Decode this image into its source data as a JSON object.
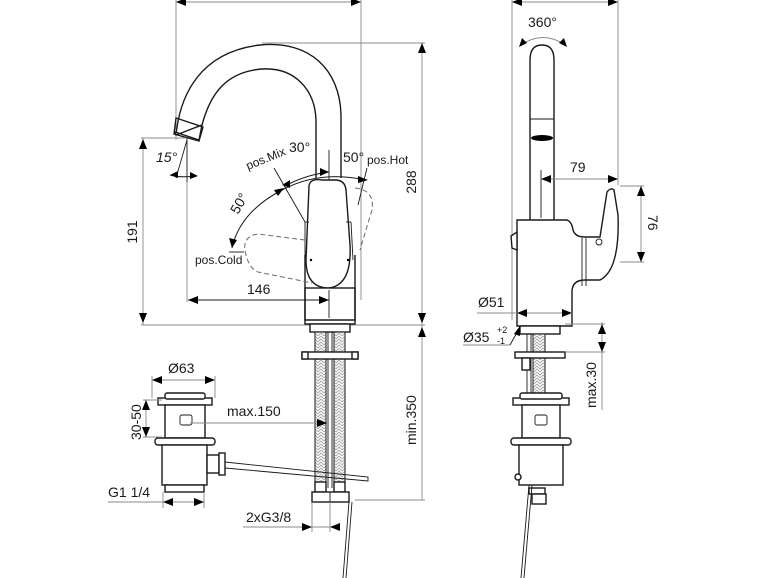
{
  "drawing": {
    "type": "technical-drawing",
    "subject": "single-lever basin mixer with high swivel spout",
    "front_view": {
      "angles": {
        "spout_tilt": "15°",
        "mix_position": "30°",
        "cold_swing": "50°",
        "hot_swing": "50°"
      },
      "positions": {
        "mix": "pos.Mix",
        "cold": "pos.Cold",
        "hot": "pos.Hot"
      },
      "dimensions": {
        "total_height": "288",
        "spout_outlet_height": "191",
        "spout_reach": "146",
        "min_length_below_deck": "min.350",
        "waste_rod_max": "max.150",
        "connection_thread": "2xG3/8"
      }
    },
    "waste_view": {
      "dimensions": {
        "plug_diameter": "Ø63",
        "waste_height_range": "30-50",
        "waste_thread": "G1 1/4"
      }
    },
    "side_view": {
      "rotation": "360°",
      "dimensions": {
        "lever_projection": "79",
        "lever_height": "76",
        "body_diameter": "Ø51",
        "hole_diameter": "Ø35",
        "hole_tolerance_plus": "+2",
        "hole_tolerance_minus": "-1",
        "max_deck_thickness": "max.30"
      }
    }
  }
}
